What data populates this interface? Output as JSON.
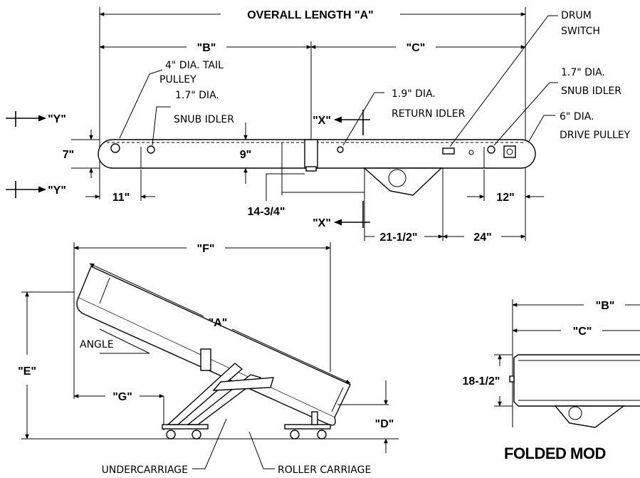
{
  "top_view": {
    "overall_length": "OVERALL LENGTH \"A\"",
    "dim_b": "\"B\"",
    "dim_c": "\"C\"",
    "dim_x_top": "\"X\"",
    "dim_x_bottom": "\"X\"",
    "dim_y_top": "\"Y\"",
    "dim_y_bottom": "\"Y\"",
    "tail_pulley": [
      "4\" DIA. TAIL",
      "PULLEY"
    ],
    "snub_idler_left": [
      "1.7\" DIA.",
      "SNUB IDLER"
    ],
    "return_idler": [
      "1.9\" DIA.",
      "RETURN IDLER"
    ],
    "drum_switch": [
      "DRUM",
      "SWITCH"
    ],
    "snub_idler_right": [
      "1.7\" DIA.",
      "SNUB IDLER"
    ],
    "drive_pulley": [
      "6\" DIA.",
      "DRIVE PULLEY"
    ],
    "dim_7": "7\"",
    "dim_9": "9\"",
    "dim_11": "11\"",
    "dim_14": "14-3/4\"",
    "dim_21": "21-1/2\"",
    "dim_24": "24\"",
    "dim_12": "12\""
  },
  "angle_view": {
    "dim_f": "\"F\"",
    "dim_a": "\"A\"",
    "dim_e": "\"E\"",
    "dim_g": "\"G\"",
    "dim_d": "\"D\"",
    "angle": "ANGLE",
    "undercarriage": "UNDERCARRIAGE",
    "roller_carriage": "ROLLER CARRIAGE"
  },
  "folded_view": {
    "dim_b": "\"B\"",
    "dim_c": "\"C\"",
    "dim_18": "18-1/2\"",
    "title": "FOLDED MOD"
  }
}
